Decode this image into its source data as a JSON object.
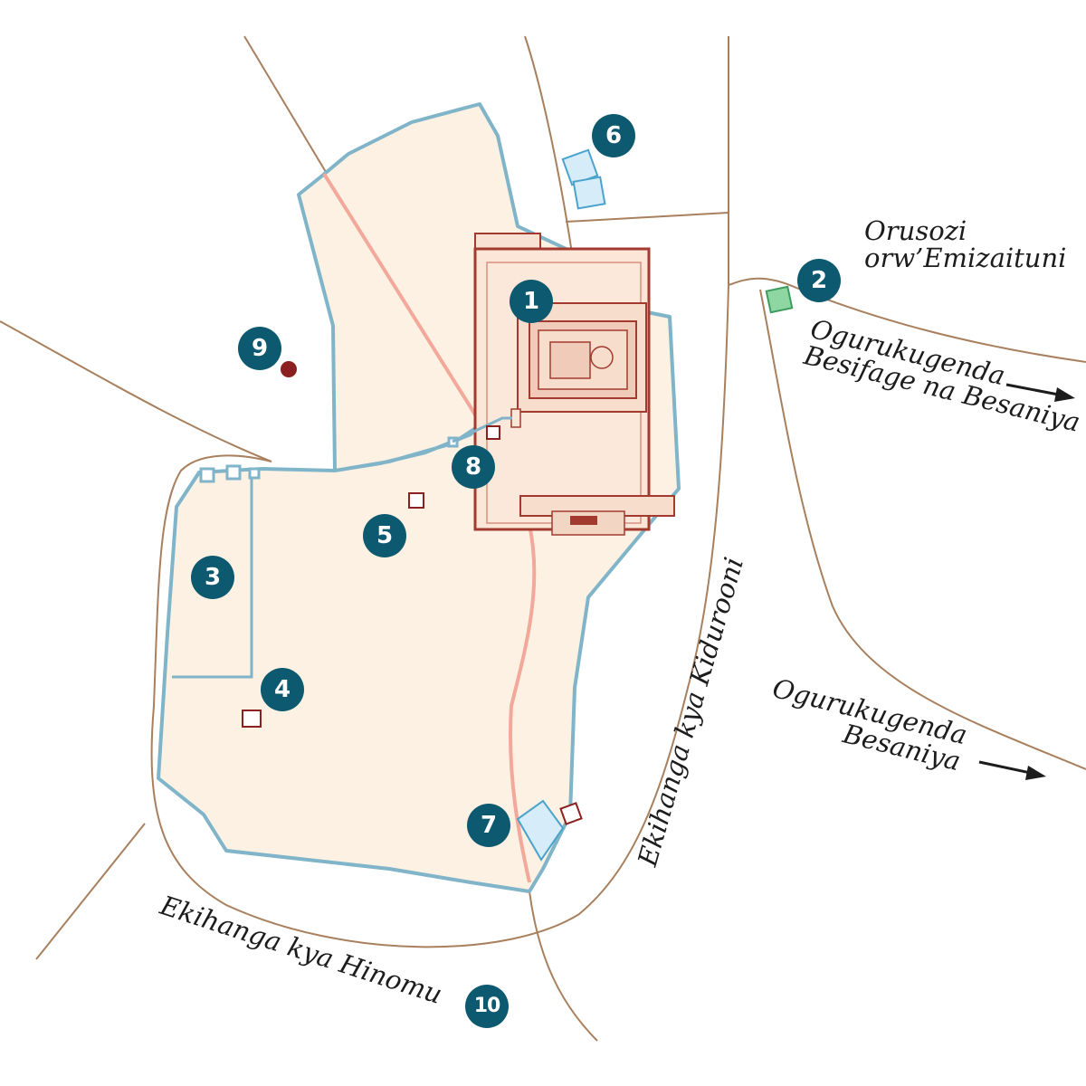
{
  "markers": [
    "1",
    "2",
    "3",
    "4",
    "5",
    "6",
    "7",
    "8",
    "9",
    "10"
  ],
  "labels": {
    "mount_olives": [
      "Orusozi",
      "orw’Emizaituni"
    ],
    "road_bethphage": [
      "Ogurukugenda",
      "Besifage na Besaniya"
    ],
    "road_bethany": [
      "Ogurukugenda",
      "Besaniya"
    ],
    "kidron_valley": "Ekihanga kya Kidurooni",
    "hinnom_valley": "Ekihanga kya Hinomu"
  },
  "colors": {
    "marker": "#0d5a70",
    "city_fill": "#fdf1e3",
    "wall": "#7fb4c9",
    "road": "#a8805e",
    "temple": "#a33a2f",
    "street": "#f2a89a",
    "gethsemane": "#5cc07a",
    "pool": "#d6ecf8",
    "site": "#8b2020"
  }
}
